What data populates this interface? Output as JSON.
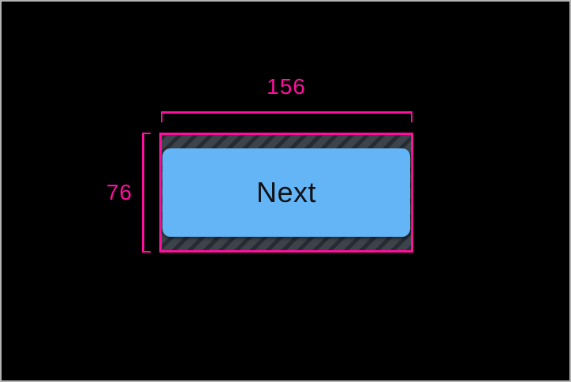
{
  "annotation": {
    "width_label": "156",
    "height_label": "76"
  },
  "button": {
    "label": "Next"
  },
  "colors": {
    "background": "#000000",
    "frame-border": "#b3b3b3",
    "annotation": "#ff0f9e",
    "button-fill": "#64b5f6",
    "button-text": "#101114",
    "hatch-base": "#3d434b",
    "hatch-stripe": "#272c33"
  }
}
